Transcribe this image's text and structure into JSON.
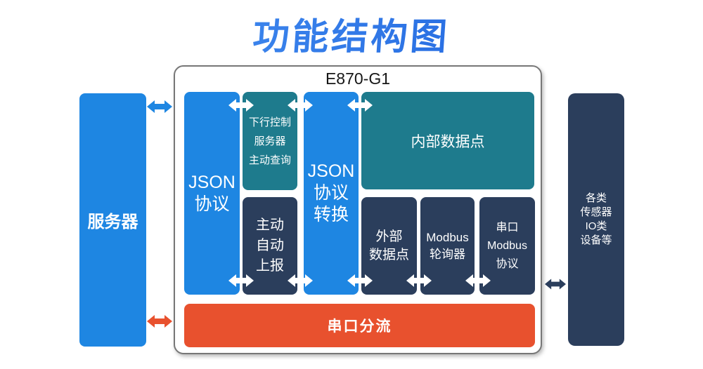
{
  "title": "功能结构图",
  "panel": {
    "label": "E870-G1"
  },
  "server": {
    "label": "服务器"
  },
  "device": {
    "lines": [
      "各类",
      "传感器",
      "IO类",
      "设备等"
    ]
  },
  "boxes": {
    "json_protocol": {
      "lines": [
        "JSON",
        "协议"
      ]
    },
    "downlink": {
      "lines": [
        "下行控制",
        "服务器",
        "主动查询"
      ]
    },
    "report": {
      "lines": [
        "主动",
        "自动",
        "上报"
      ]
    },
    "convert": {
      "lines": [
        "JSON",
        "协议",
        "转换"
      ]
    },
    "internal": {
      "label": "内部数据点"
    },
    "external": {
      "lines": [
        "外部",
        "数据点"
      ]
    },
    "modbus_poller": {
      "lines": [
        "Modbus",
        "轮询器"
      ]
    },
    "serial_modbus": {
      "lines": [
        "串口",
        "Modbus",
        "协议"
      ]
    },
    "serial_split": {
      "label": "串口分流"
    }
  },
  "icons": {
    "bidirectional_arrow": "double-headed-horizontal-arrow"
  },
  "colors": {
    "blue": "#1E86E2",
    "teal": "#1E7B8D",
    "navy": "#2B3E5C",
    "orange": "#E8512E",
    "title_from": "#4E9AF6",
    "title_to": "#1659D9",
    "panel_border": "#777777"
  }
}
